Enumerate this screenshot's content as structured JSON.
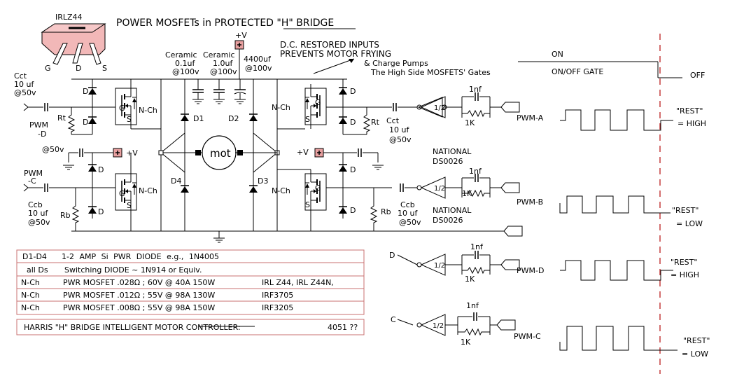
{
  "title": "POWER MOSFETs in PROTECTED \"H\" BRIDGE",
  "package": {
    "part": "IRLZ44",
    "pins": [
      "G",
      "D",
      "S"
    ]
  },
  "supply": {
    "plus_v": "+V",
    "caps": [
      {
        "type": "Ceramic",
        "value": "0.1uf",
        "rating": "@100v"
      },
      {
        "type": "Ceramic",
        "value": "1.0uf",
        "rating": "@100v"
      },
      {
        "type": "",
        "value": "4400uf",
        "rating": "@100v"
      }
    ]
  },
  "notes": {
    "dc_restored": "D.C. RESTORED INPUTS",
    "prevents": "PREVENTS MOTOR FRYING",
    "charge_pumps": "& Charge Pumps",
    "gates": "The High Side MOSFETS' Gates"
  },
  "labels": {
    "cct": "Cct",
    "ccb": "Ccb",
    "cap10": "10 uf",
    "at50": "@50v",
    "rt": "Rt",
    "rb": "Rb",
    "d": "D",
    "nch": "N-Ch",
    "g": "G",
    "s": "S",
    "pwm_d": "PWM\n-D",
    "pwm": "PWM",
    "pwm_c_in": "-C",
    "plusv": "+V",
    "d1": "D1",
    "d2": "D2",
    "d3": "D3",
    "d4": "D4",
    "mot": "mot",
    "national": "NATIONAL",
    "ds0026": "DS0026",
    "half": "1/2",
    "one_nf": "1nf",
    "one_k": "1K",
    "in_d": "D",
    "in_c": "C"
  },
  "outputs": [
    {
      "name": "PWM-A",
      "rest": "\"REST\"",
      "level": "= HIGH"
    },
    {
      "name": "PWM-B",
      "rest": "\"REST\"",
      "level": "= LOW"
    },
    {
      "name": "PWM-D",
      "rest": "\"REST\"",
      "level": "= HIGH"
    },
    {
      "name": "PWM-C",
      "rest": "\"REST\"",
      "level": "= LOW"
    }
  ],
  "gate": {
    "on": "ON",
    "label": "ON/OFF GATE",
    "off": "OFF"
  },
  "parts_table": [
    {
      "ref": "D1-D4",
      "desc": "1-2 AMP Si PWR DIODE e.g., 1N4005",
      "part": ""
    },
    {
      "ref": "all Ds",
      "desc": "Switching DIODE ~ 1N914 or Equiv.",
      "part": ""
    },
    {
      "ref": "N-Ch",
      "desc": "PWR MOSFET .028Ω ; 60V @ 40A 150W",
      "part": "IRL Z44, IRL Z44N,"
    },
    {
      "ref": "N-Ch",
      "desc": "PWR MOSFET .012Ω ; 55V @ 98A 130W",
      "part": "IRF3705"
    },
    {
      "ref": "N-Ch",
      "desc": "PWR MOSFET .008Ω ; 55V @ 98A 150W",
      "part": "IRF3205"
    }
  ],
  "harris": {
    "text": "HARRIS \"H\" BRIDGE INTELLIGENT MOTOR CONTROLLER:",
    "part": "4051 ??"
  },
  "colors": {
    "box_border": "#c97070",
    "plus_box": "#e8a0a0",
    "dashed": "#c03030"
  }
}
